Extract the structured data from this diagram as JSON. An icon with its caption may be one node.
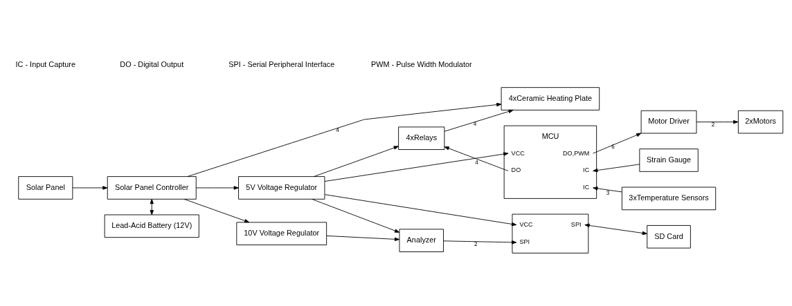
{
  "diagram": {
    "nodes": [
      {
        "text": [
          "Lead-Acid Battery (12V)"
        ]
      },
      {
        "text": [
          "Solar Panel"
        ]
      },
      {
        "text": [
          "Solar Panel Controller"
        ]
      },
      {
        "text": [
          "5V Voltage Regulator"
        ]
      },
      {
        "text": [
          "10V Voltage Regulator"
        ]
      },
      {
        "text": [
          "4xCeramic Heating Plate"
        ]
      },
      {
        "text": [
          "4xRelays"
        ]
      },
      {
        "text": [
          "MCU",
          "VCC",
          "DO,PWM",
          "IC",
          "DO",
          "IC"
        ]
      },
      {
        "text": [
          "Motor Driver"
        ]
      },
      {
        "text": [
          "2xMotors"
        ]
      },
      {
        "text": [
          "Strain Gauge"
        ]
      },
      {
        "text": [
          "3xTemperature Sensors"
        ]
      },
      {
        "text": [
          "VCC",
          "SPI",
          "SPI"
        ]
      },
      {
        "text": [
          "SD Card"
        ]
      },
      {
        "text": [
          "Analyzer"
        ]
      }
    ],
    "edges": [
      {
        "from": 1,
        "to": 2,
        "arrow": "to"
      },
      {
        "from": 2,
        "to": 0,
        "arrow": "both"
      },
      {
        "from": 2,
        "to": 3,
        "arrow": "to"
      },
      {
        "from": 2,
        "to": 4,
        "arrow": "to"
      },
      {
        "from": 2,
        "to": 5,
        "arrow": "to",
        "label": "4"
      },
      {
        "from": 3,
        "to": 7,
        "arrow": "to"
      },
      {
        "from": 3,
        "to": 6,
        "arrow": "to"
      },
      {
        "from": 3,
        "to": 12,
        "arrow": "to"
      },
      {
        "from": 3,
        "to": 14,
        "arrow": "to"
      },
      {
        "from": 4,
        "to": 14,
        "arrow": "to"
      },
      {
        "from": 7,
        "to": 6,
        "arrow": "to",
        "label": "4"
      },
      {
        "from": 6,
        "to": 5,
        "arrow": "to",
        "label": "4"
      },
      {
        "from": 7,
        "to": 8,
        "arrow": "to",
        "label": "6"
      },
      {
        "from": 8,
        "to": 9,
        "arrow": "to",
        "label": "2"
      },
      {
        "from": 10,
        "to": 7,
        "arrow": "to"
      },
      {
        "from": 11,
        "to": 7,
        "arrow": "to",
        "label": "3"
      },
      {
        "from": 12,
        "to": 13,
        "arrow": "both"
      },
      {
        "from": 14,
        "to": 12,
        "arrow": "to",
        "label": "2"
      }
    ],
    "labels": [
      "IC - Input Capture",
      "DO - Digital Output",
      "SPI - Serial Peripheral Interface",
      "PWM - Pulse Width Modulator"
    ]
  }
}
